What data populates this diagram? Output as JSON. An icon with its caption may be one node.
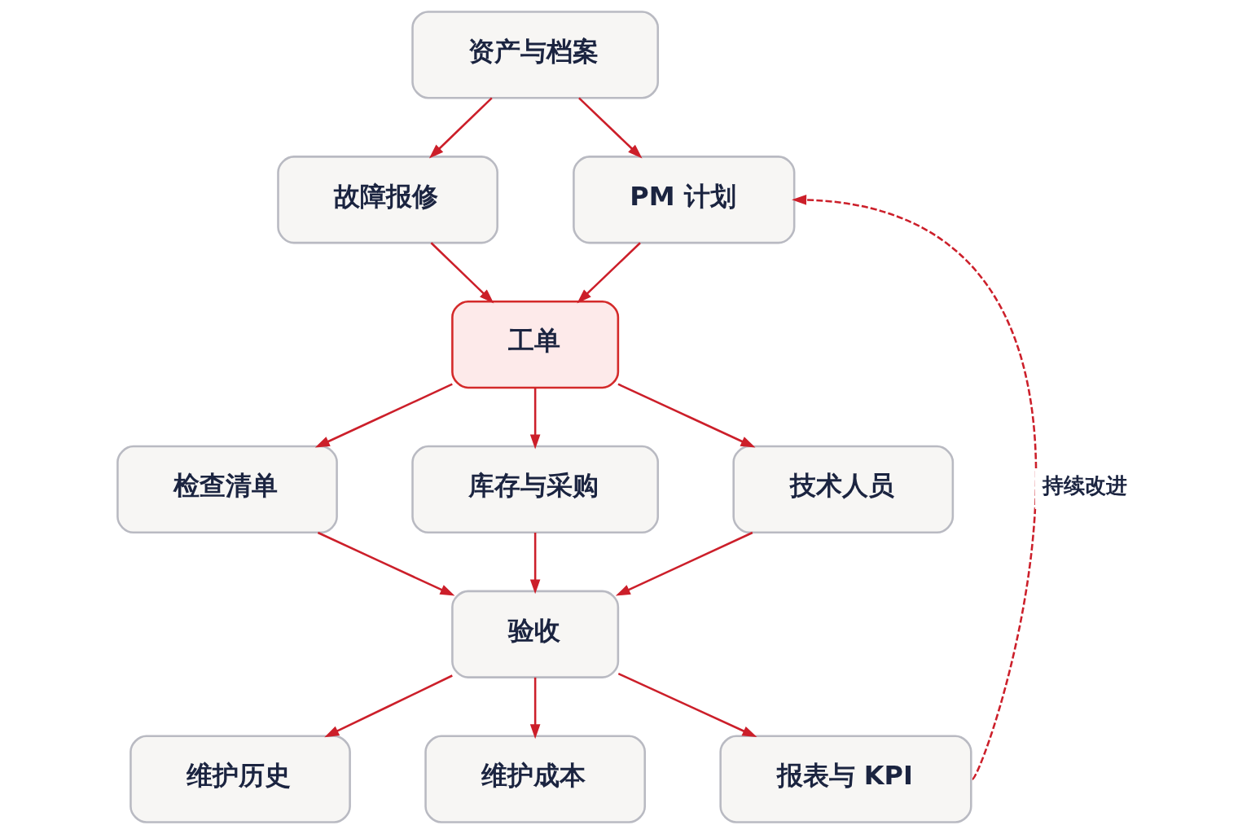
{
  "diagram": {
    "nodes": [
      {
        "text": [
          "资产与档案"
        ]
      },
      {
        "text": [
          "故障报修"
        ]
      },
      {
        "text": [
          "PM 计划"
        ]
      },
      {
        "text": [
          "工单"
        ]
      },
      {
        "text": [
          "检查清单"
        ]
      },
      {
        "text": [
          "库存与采购"
        ]
      },
      {
        "text": [
          "技术人员"
        ]
      },
      {
        "text": [
          "验收"
        ]
      },
      {
        "text": [
          "维护历史"
        ]
      },
      {
        "text": [
          "维护成本"
        ]
      },
      {
        "text": [
          "报表与 KPI"
        ]
      }
    ],
    "edges": [
      {
        "from": 0,
        "to": 1,
        "arrow": "to"
      },
      {
        "from": 0,
        "to": 2,
        "arrow": "to"
      },
      {
        "from": 1,
        "to": 3,
        "arrow": "to"
      },
      {
        "from": 2,
        "to": 3,
        "arrow": "to"
      },
      {
        "from": 3,
        "to": 4,
        "arrow": "to"
      },
      {
        "from": 3,
        "to": 5,
        "arrow": "to"
      },
      {
        "from": 3,
        "to": 6,
        "arrow": "to"
      },
      {
        "from": 4,
        "to": 7,
        "arrow": "to"
      },
      {
        "from": 5,
        "to": 7,
        "arrow": "to"
      },
      {
        "from": 6,
        "to": 7,
        "arrow": "to"
      },
      {
        "from": 7,
        "to": 8,
        "arrow": "to"
      },
      {
        "from": 7,
        "to": 9,
        "arrow": "to"
      },
      {
        "from": 7,
        "to": 10,
        "arrow": "to"
      },
      {
        "from": 10,
        "to": 2,
        "arrow": "to",
        "label": "持续改进",
        "style": "dashed"
      }
    ]
  }
}
